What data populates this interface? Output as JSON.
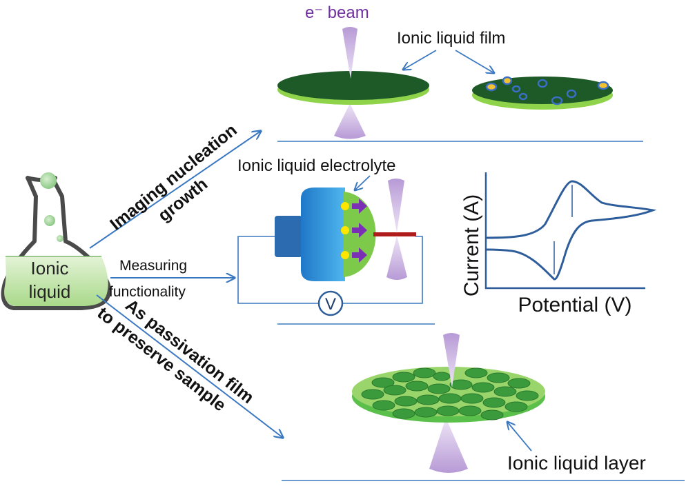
{
  "flask": {
    "label_line1": "Ionic",
    "label_line2": "liquid"
  },
  "branches": {
    "imaging": {
      "line1": "Imaging nucleation",
      "line2": "growth"
    },
    "measuring": {
      "line1": "Measuring",
      "line2": "functionality"
    },
    "passivation": {
      "line1": "As passivation film",
      "line2": "to preserve sample"
    }
  },
  "top_panel": {
    "beam_label": "e⁻ beam",
    "film_label": "Ionic liquid film"
  },
  "middle_panel": {
    "electrolyte_label": "Ionic liquid electrolyte",
    "voltmeter_symbol": "V"
  },
  "cv_plot": {
    "ylabel": "Current (A)",
    "xlabel": "Potential (V)"
  },
  "bottom_panel": {
    "layer_label": "Ionic liquid layer"
  },
  "colors": {
    "arrow_blue": "#3a78c2",
    "text_purple": "#7030a0",
    "dark_green": "#1e5a28",
    "light_green": "#8fd34a",
    "beam_purple": "#c9b3dc",
    "cv_curve": "#2e5d9b"
  }
}
